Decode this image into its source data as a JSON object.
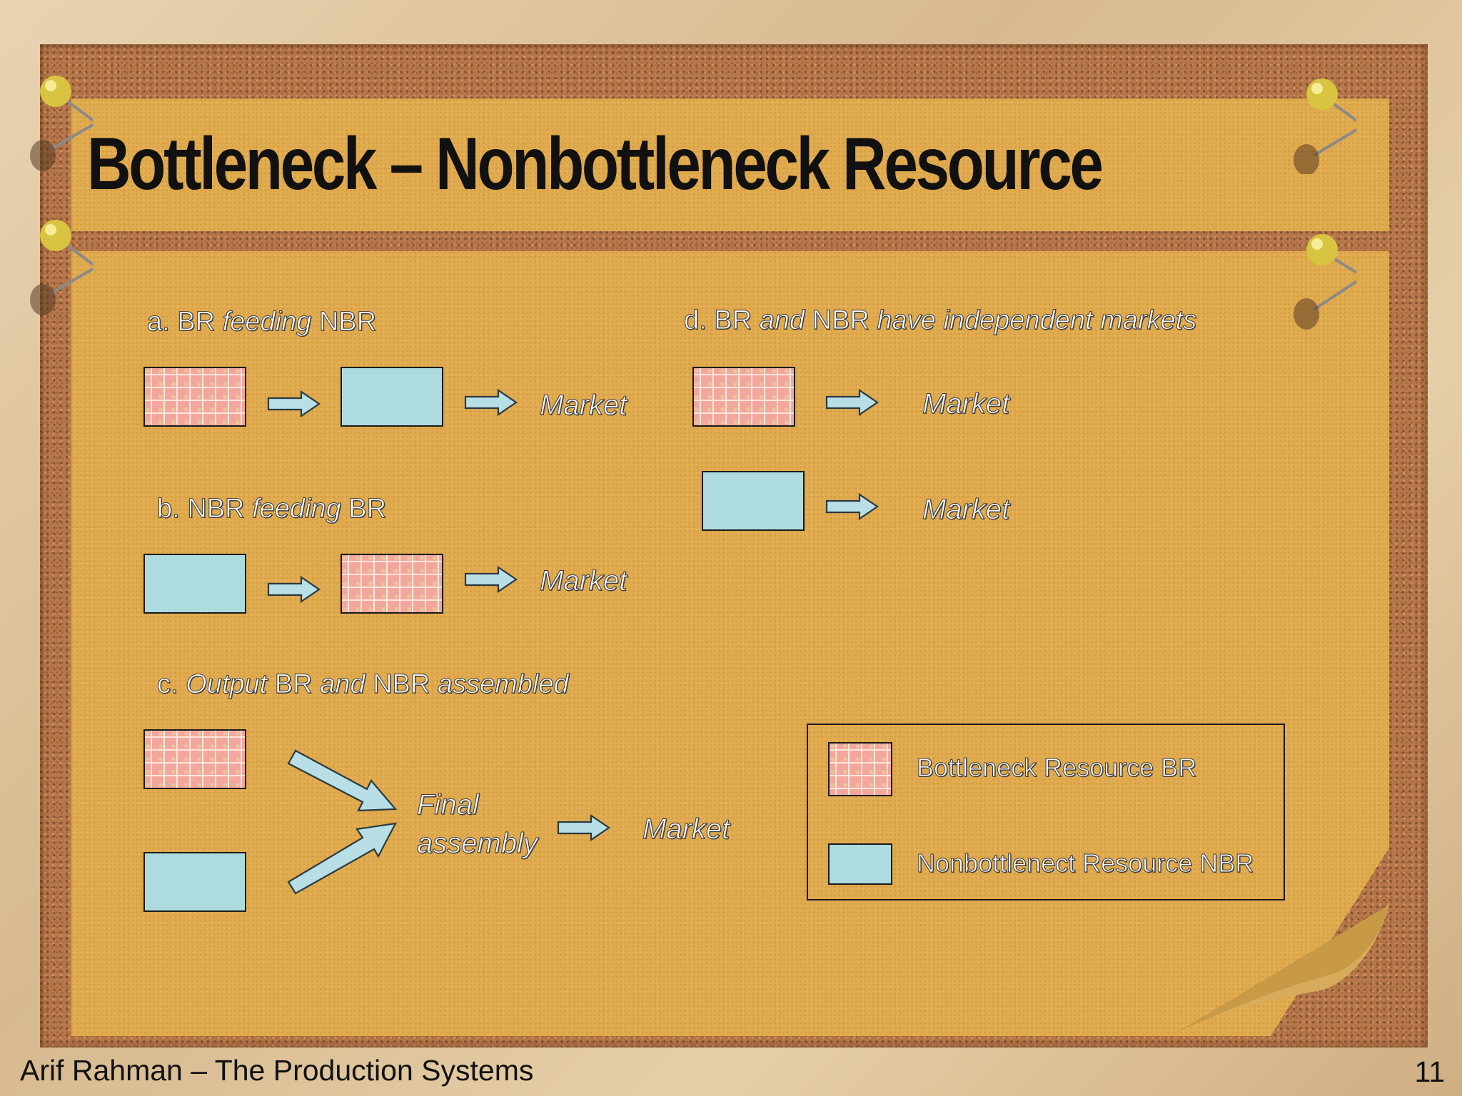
{
  "slide": {
    "title": "Bottleneck – Nonbottleneck Resource",
    "footer": "Arif Rahman – The Production Systems",
    "page_number": "11"
  },
  "sections": {
    "a": {
      "prefix": "a. BR ",
      "italic": "feeding",
      "suffix": " NBR",
      "market": "Market"
    },
    "b": {
      "prefix": "b. NBR ",
      "italic": "feeding",
      "suffix": " BR",
      "market": "Market"
    },
    "c": {
      "prefix": "c. ",
      "italic1": "Output",
      "mid1": " BR ",
      "italic2": "and",
      "mid2": " NBR ",
      "italic3": "assembled",
      "final_line1": "Final",
      "final_line2": "assembly",
      "market": "Market"
    },
    "d": {
      "prefix": "d. BR ",
      "italic1": "and",
      "mid": " NBR ",
      "italic2": "have independent markets",
      "market_br": "Market",
      "market_nbr": "Market"
    }
  },
  "legend": {
    "br_label": "Bottleneck Resource  BR",
    "nbr_label": "Nonbottlenect Resource  NBR"
  },
  "colors": {
    "br_fill": "#f3a79c",
    "nbr_fill": "#aedcde",
    "paper": "#e0aa4e",
    "cork": "#b7774a"
  }
}
